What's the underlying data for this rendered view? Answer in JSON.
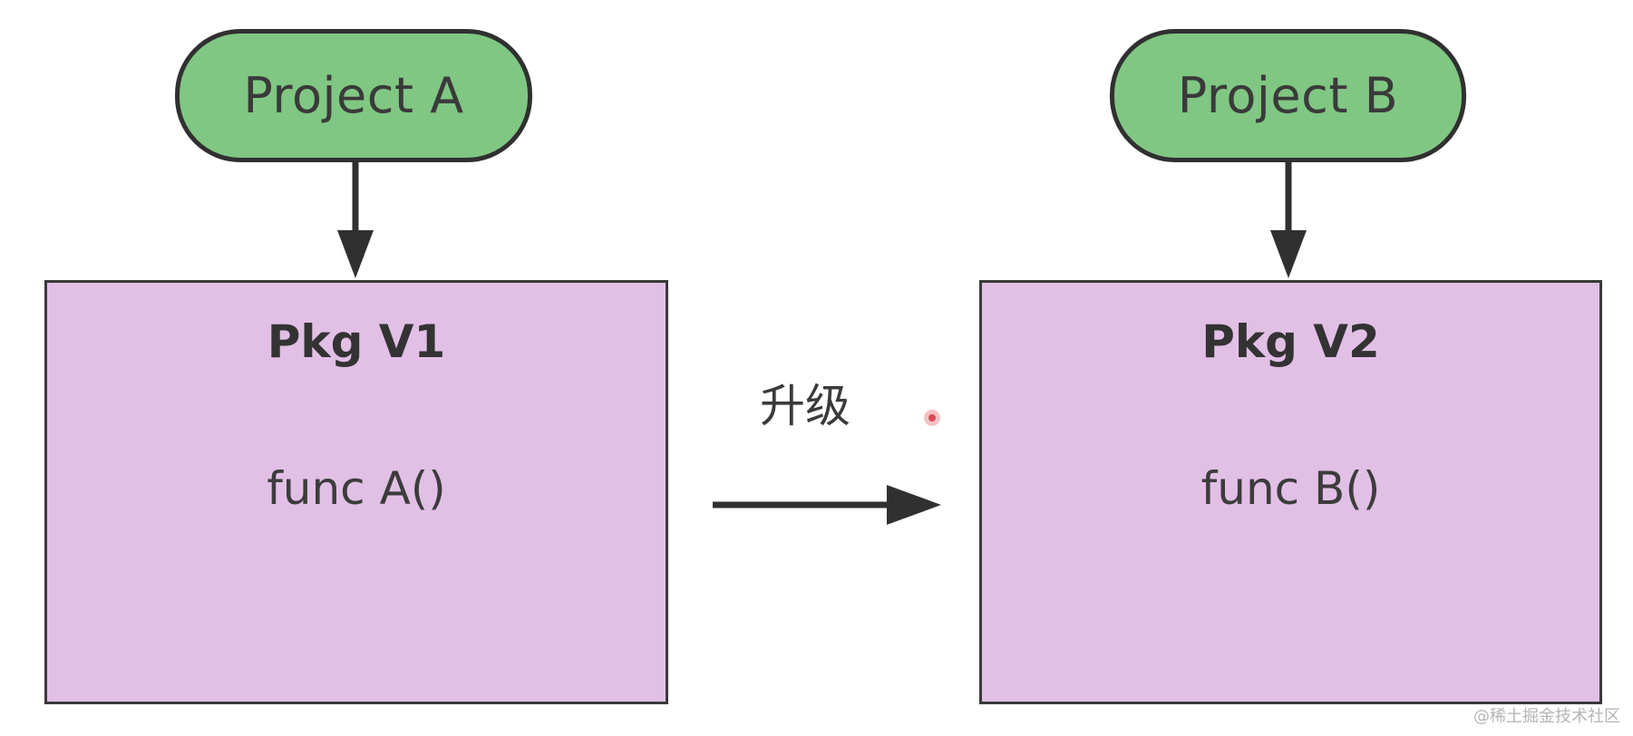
{
  "nodes": {
    "project_a": {
      "label": "Project A"
    },
    "project_b": {
      "label": "Project B"
    },
    "pkg_v1": {
      "title": "Pkg V1",
      "content": "func A()"
    },
    "pkg_v2": {
      "title": "Pkg V2",
      "content": "func B()"
    }
  },
  "edges": {
    "upgrade": {
      "label": "升级"
    }
  },
  "watermark": {
    "text": "@稀土掘金技术社区"
  },
  "colors": {
    "project_fill": "#80c783",
    "package_fill": "#e2c0e6",
    "stroke": "#303030"
  }
}
